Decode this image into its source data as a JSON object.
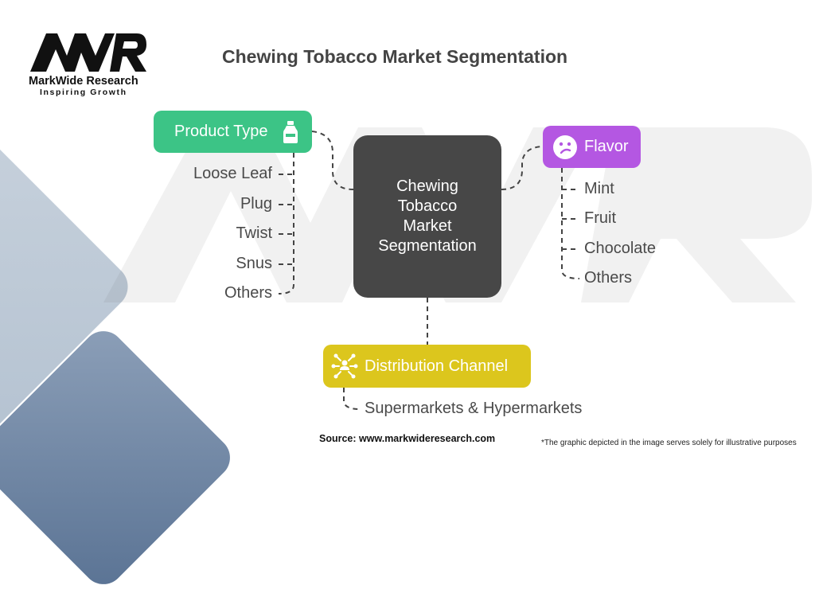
{
  "logo": {
    "mark": "MWR",
    "name": "MarkWide Research",
    "tagline": "Inspiring Growth"
  },
  "title": "Chewing Tobacco Market Segmentation",
  "colors": {
    "product_type": "#3cc486",
    "flavor": "#b457e2",
    "distribution_channel": "#dcc61d",
    "center": "#474747",
    "text": "#444444"
  },
  "center": {
    "label": "Chewing Tobacco Market Segmentation",
    "lines": [
      "Chewing",
      "Tobacco",
      "Market",
      "Segmentation"
    ]
  },
  "segments": {
    "product_type": {
      "label": "Product Type",
      "icon": "bottle-icon",
      "items": [
        "Loose Leaf",
        "Plug",
        "Twist",
        "Snus",
        "Others"
      ]
    },
    "flavor": {
      "label": "Flavor",
      "icon": "confused-face-icon",
      "items": [
        "Mint",
        "Fruit",
        "Chocolate",
        "Others"
      ]
    },
    "distribution_channel": {
      "label": "Distribution Channel",
      "icon": "network-people-icon",
      "items": [
        "Supermarkets & Hypermarkets"
      ]
    }
  },
  "footer": {
    "source": "Source: www.markwideresearch.com",
    "note": "*The graphic depicted in the image serves solely for illustrative purposes"
  }
}
